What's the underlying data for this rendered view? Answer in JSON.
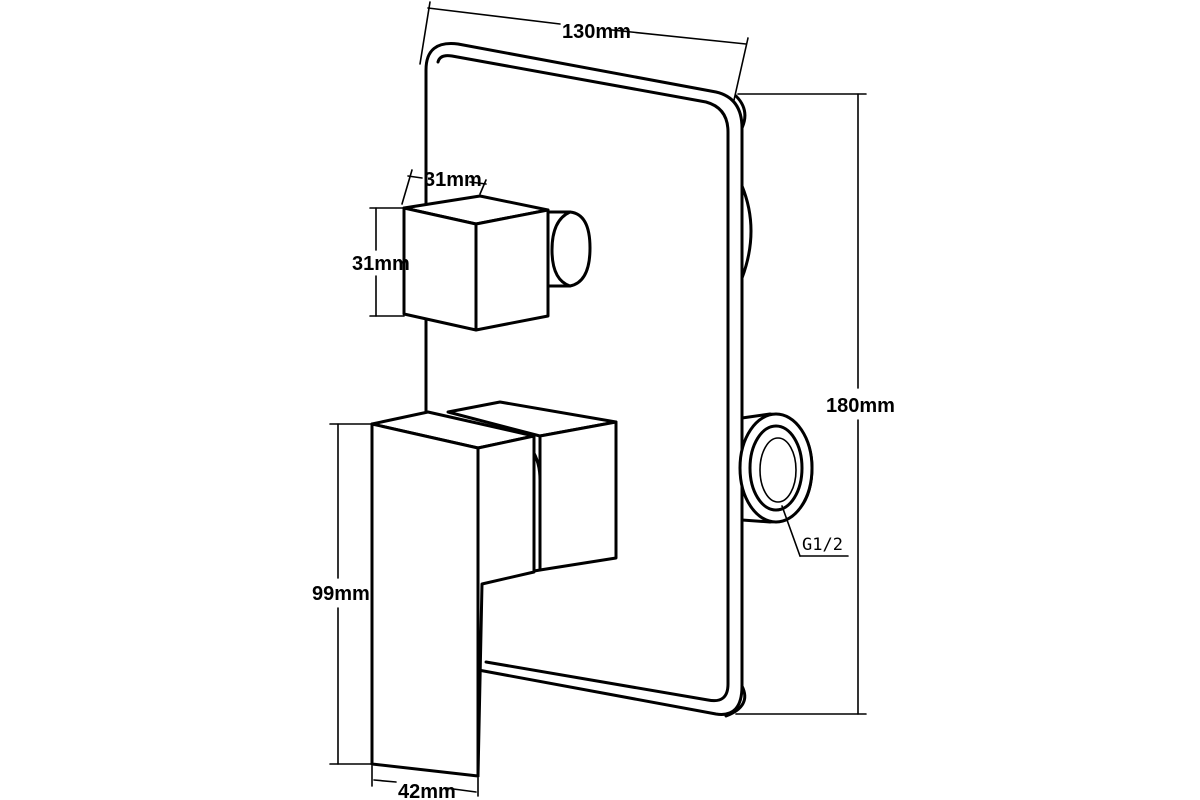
{
  "diagram": {
    "dimensions": {
      "plate_width": "130mm",
      "plate_height": "180mm",
      "knob_width": "31mm",
      "knob_height": "31mm",
      "lever_height": "99mm",
      "lever_width": "42mm"
    },
    "thread_label": "G1/2"
  }
}
